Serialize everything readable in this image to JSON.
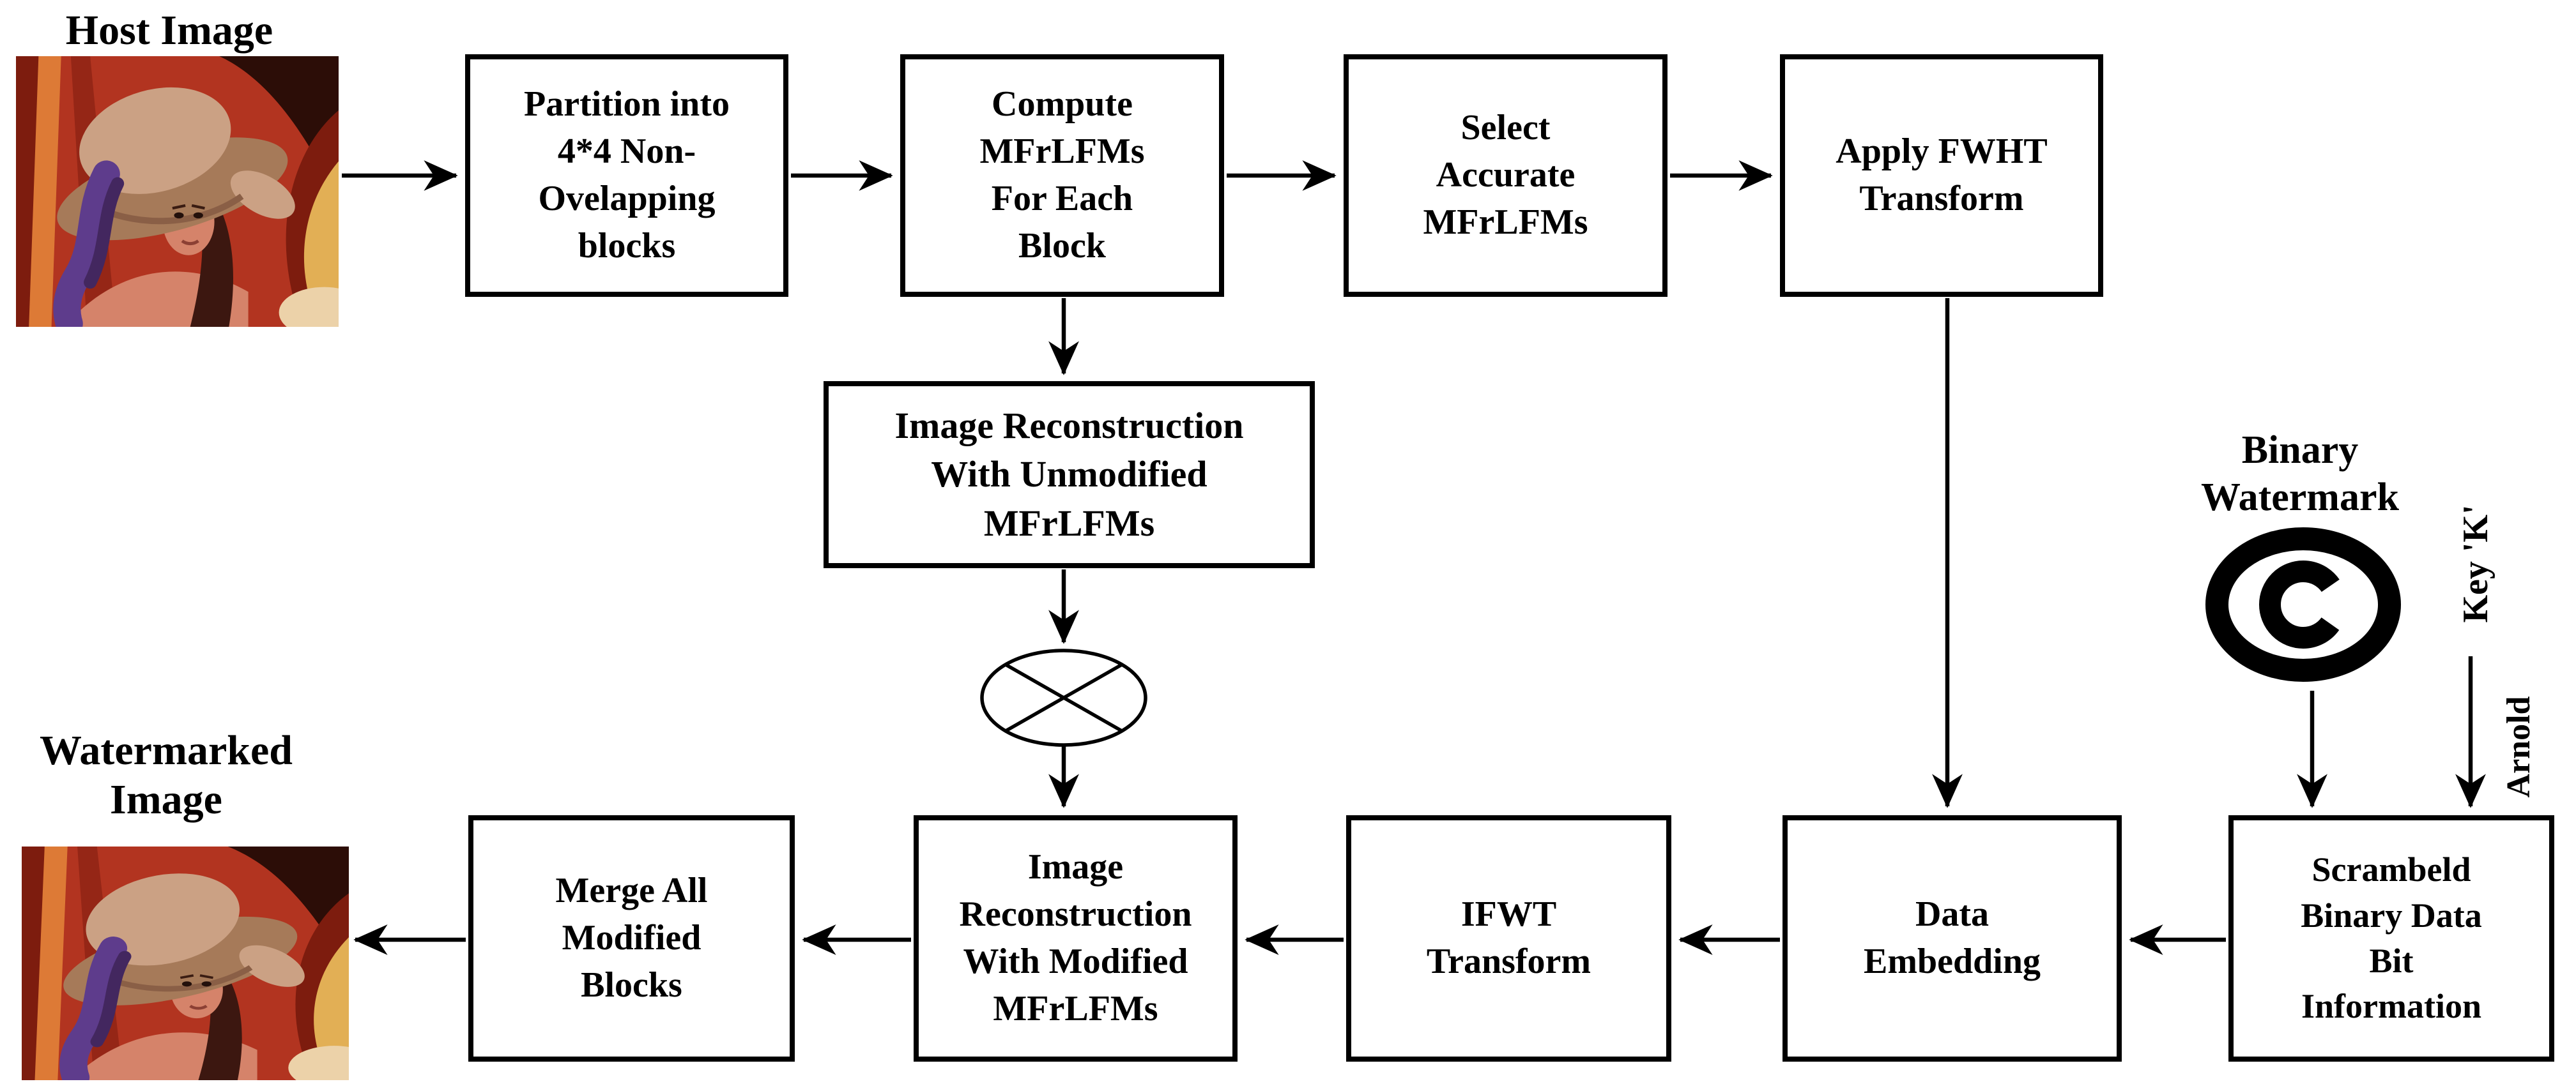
{
  "labels": {
    "host_image": "Host Image",
    "watermarked_image": "Watermarked\nImage",
    "binary_watermark": "Binary\nWatermark",
    "key": "Key 'K'",
    "arnold": "Arnold"
  },
  "boxes": {
    "partition": "Partition into\n4*4 Non-\nOvelapping\nblocks",
    "compute": "Compute\nMFrLFMs\nFor Each\nBlock",
    "select": "Select\nAccurate\nMFrLFMs",
    "fwht": "Apply FWHT\nTransform",
    "unmodified_recon": "Image Reconstruction\nWith Unmodified\nMFrLFMs",
    "merge": "Merge All\nModified\nBlocks",
    "modified_recon": "Image\nReconstruction\nWith Modified\nMFrLFMs",
    "ifwt": "IFWT\nTransform",
    "data_embedding": "Data\nEmbedding",
    "scrambled": "Scrambeld\nBinary Data\nBit\nInformation"
  },
  "icons": {
    "copyright_icon": "©",
    "multiplier_icon": "⊗"
  },
  "colors": {
    "ink": "#000000",
    "background": "#ffffff",
    "lena_red": "#b23420",
    "lena_dark_red": "#7d1c0e",
    "lena_orange": "#dd7a36",
    "lena_hat": "#cba184",
    "lena_hat_dark": "#a67a59",
    "lena_feather": "#5e3c8c",
    "lena_feather_dark": "#43275f",
    "lena_skin": "#d5836a",
    "lena_hair": "#3c1710",
    "lena_gold": "#e2af55",
    "lena_cream": "#ecd2a9",
    "lena_arch": "#2c0d07"
  }
}
